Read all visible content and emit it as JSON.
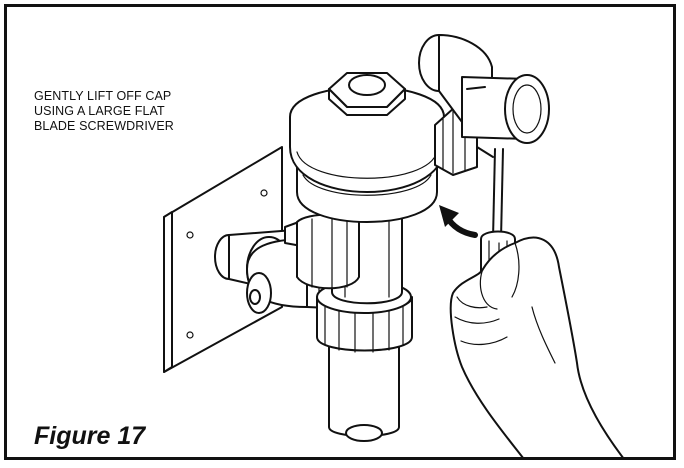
{
  "instruction": {
    "lines": [
      "GENTLY LIFT OFF CAP",
      "USING A LARGE FLAT",
      "BLADE SCREWDRIVER"
    ]
  },
  "figure": {
    "caption": "Figure 17"
  },
  "colors": {
    "ink": "#111111",
    "background": "#ffffff"
  }
}
